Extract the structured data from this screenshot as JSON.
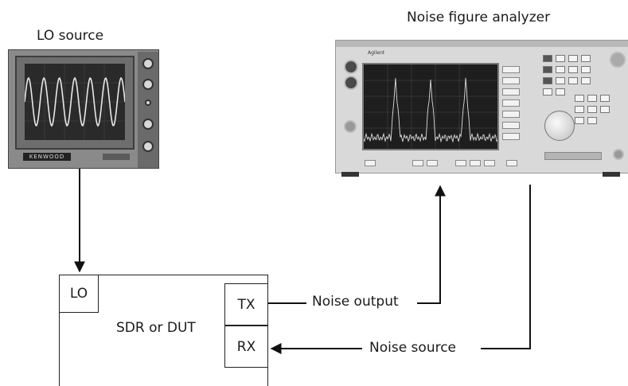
{
  "labels": {
    "lo_source": "LO source",
    "noise_figure_analyzer": "Noise figure analyzer",
    "device": "SDR or DUT",
    "lo_port": "LO",
    "tx_port": "TX",
    "rx_port": "RX",
    "noise_output": "Noise output",
    "noise_source": "Noise source"
  },
  "photos": {
    "scope_brand": "KENWOOD",
    "analyzer_brand": "Agilent"
  },
  "colors": {
    "line": "#111111",
    "background": "#ffffff"
  }
}
